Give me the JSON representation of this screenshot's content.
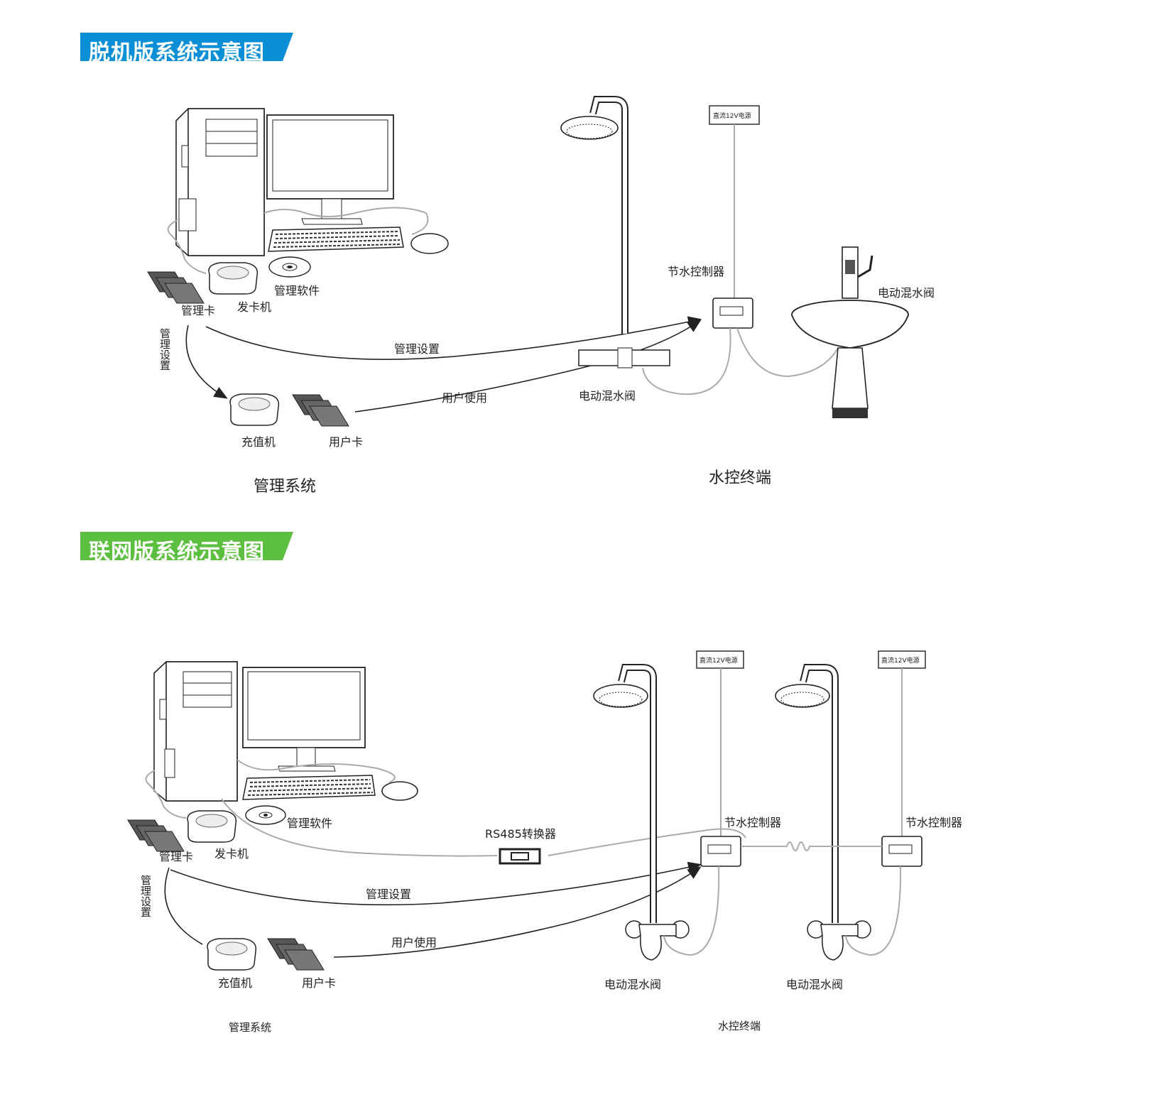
{
  "offline": {
    "banner": "脱机版系统示意图",
    "banner_color": "#0a8fd6",
    "labels": {
      "mgmt_card": "管理卡",
      "card_issuer": "发卡机",
      "mgmt_software": "管理软件",
      "mgmt_setting_vertical": "管理设置",
      "mgmt_setting": "管理设置",
      "user_use": "用户使用",
      "recharger": "充值机",
      "user_card": "用户卡",
      "mgmt_system": "管理系统",
      "controller": "节水控制器",
      "power": "直流12V电源",
      "mixing_valve_shower": "电动混水阀",
      "mixing_valve_basin": "电动混水阀",
      "terminal": "水控终端"
    }
  },
  "online": {
    "banner": "联网版系统示意图",
    "banner_color": "#5cbf3f",
    "labels": {
      "mgmt_software": "管理软件",
      "mgmt_card": "管理卡",
      "card_issuer": "发卡机",
      "rs485": "RS485转换器",
      "mgmt_setting_vertical": "管理设置",
      "mgmt_setting": "管理设置",
      "user_use": "用户使用",
      "recharger": "充值机",
      "user_card": "用户卡",
      "mgmt_system": "管理系统",
      "controller_1": "节水控制器",
      "controller_2": "节水控制器",
      "power_1": "直流12V电源",
      "power_2": "直流12V电源",
      "mixing_valve_1": "电动混水阀",
      "mixing_valve_2": "电动混水阀",
      "terminal": "水控终端"
    }
  },
  "icons": [
    "pc-tower-icon",
    "monitor-icon",
    "keyboard-icon",
    "mouse-icon",
    "cd-icon",
    "card-reader-icon",
    "card-stack-icon",
    "shower-icon",
    "controller-box-icon",
    "power-supply-icon",
    "basin-icon",
    "faucet-icon",
    "rs485-converter-icon"
  ]
}
